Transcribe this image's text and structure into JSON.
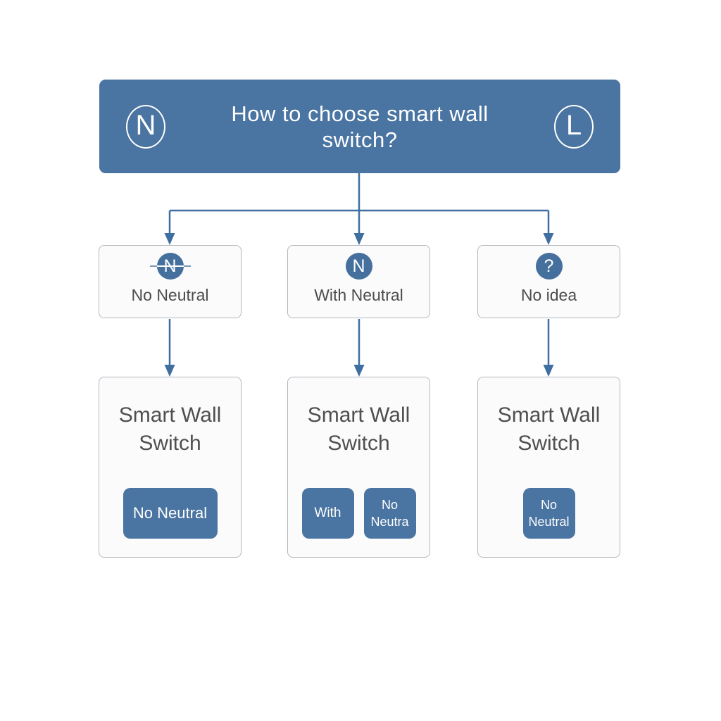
{
  "colors": {
    "accent_blue": "#4a74a1",
    "icon_blue": "#45709d",
    "line_blue": "#3f6fa0",
    "box_border": "#b3b9bf",
    "box_background": "#fbfbfc",
    "text_dark": "#4c4c4c",
    "text_white": "#ffffff"
  },
  "header": {
    "title_line1": "How to choose smart wall",
    "title_line2": "switch?",
    "left_badge": "N",
    "right_badge": "L"
  },
  "branches": [
    {
      "icon": "N",
      "icon_name": "no-neutral-icon",
      "label": "No Neutral",
      "result": {
        "title": "Smart Wall\nSwitch",
        "buttons": [
          "No Neutral"
        ]
      }
    },
    {
      "icon": "N",
      "icon_name": "with-neutral-icon",
      "label": "With Neutral",
      "result": {
        "title": "Smart Wall\nSwitch",
        "buttons": [
          "With",
          "No\nNeutra"
        ]
      }
    },
    {
      "icon": "?",
      "icon_name": "question-icon",
      "label": "No idea",
      "result": {
        "title": "Smart Wall\nSwitch",
        "buttons": [
          "No\nNeutral"
        ]
      }
    }
  ]
}
